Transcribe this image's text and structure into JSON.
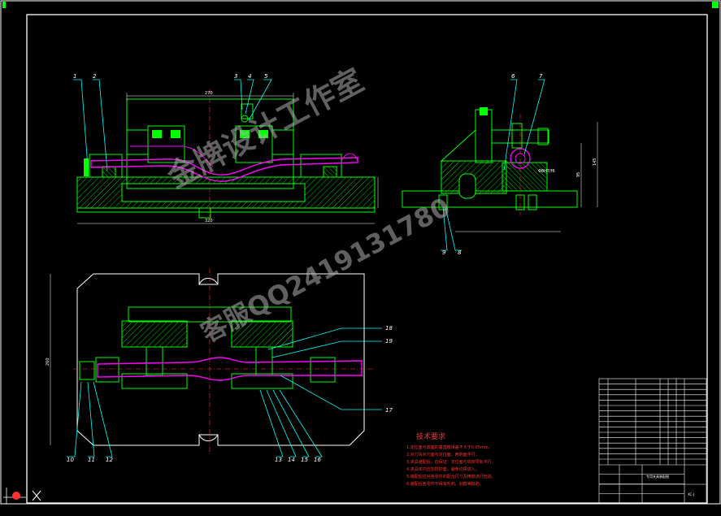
{
  "colors": {
    "background": "#000000",
    "frame": "#ffffff",
    "part": "#00ff00",
    "hatch": "#00cc00",
    "workpiece": "#ff00ff",
    "leader": "#00ffff",
    "dimension": "#ffffff",
    "tech_text": "#ff3030",
    "watermark": "#b0b0b0"
  },
  "balloons": {
    "b1": "1",
    "b2": "2",
    "b3": "3",
    "b4": "4",
    "b5": "5",
    "b6": "6",
    "b7": "7",
    "b8": "8",
    "b9": "9",
    "b10": "10",
    "b11": "11",
    "b12": "12",
    "b13": "13",
    "b14": "14",
    "b15": "15",
    "b16": "16",
    "b17": "17",
    "b18": "18",
    "b19": "19"
  },
  "dimensions": {
    "front_top": "270",
    "front_bottom": "320",
    "side_height": "95",
    "side_total": "145",
    "side_fit": "Φ8H7/f6",
    "plan_height": "260"
  },
  "technical_requirements": {
    "title": "技术要求",
    "lines": [
      "1.定位面与底面的垂直度误差不大于0.05mm。",
      "2.对刀块对刀面与定位面、两侧面平行。",
      "3.夹具装配后，应保证：定位面与机床导轨平行。",
      "4.夹具体内应加防护套，避免切屑进入。",
      "5.装配后应对各零件的配合尺寸及精度进行检验。",
      "6.装配后各零件不得有毛刺、划痕等缺陷。"
    ]
  },
  "watermarks": {
    "studio": "金牌设计工作室",
    "qq": "客服QQ2419131780"
  },
  "title_block": {
    "drawing_title": "专用夹具装配图",
    "code": "XC-J"
  }
}
